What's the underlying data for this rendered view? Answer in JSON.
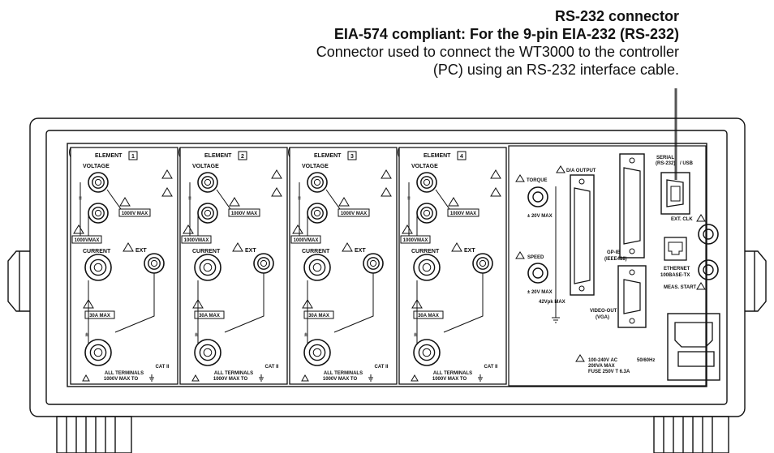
{
  "callout": {
    "title": "RS-232 connector",
    "subtitle": "EIA-574 compliant: For the 9-pin EIA-232 (RS-232)",
    "desc_line1": "Connector used to connect the WT3000 to the controller",
    "desc_line2": "(PC) using an RS-232 interface cable."
  },
  "elements": [
    {
      "label": "ELEMENT",
      "number": "1",
      "voltage": "VOLTAGE",
      "pm": "±",
      "max_v": "1000V MAX",
      "max_v_side": "1000VMAX",
      "current": "CURRENT",
      "ext": "EXT",
      "max_a": "30A MAX",
      "terminals": "ALL TERMINALS",
      "terminals_max": "1000V MAX TO",
      "cat": "CAT II"
    },
    {
      "label": "ELEMENT",
      "number": "2",
      "voltage": "VOLTAGE",
      "pm": "±",
      "max_v": "1000V MAX",
      "max_v_side": "1000VMAX",
      "current": "CURRENT",
      "ext": "EXT",
      "max_a": "30A MAX",
      "terminals": "ALL TERMINALS",
      "terminals_max": "1000V MAX TO",
      "cat": "CAT II"
    },
    {
      "label": "ELEMENT",
      "number": "3",
      "voltage": "VOLTAGE",
      "pm": "±",
      "max_v": "1000V MAX",
      "max_v_side": "1000VMAX",
      "current": "CURRENT",
      "ext": "EXT",
      "max_a": "30A MAX",
      "terminals": "ALL TERMINALS",
      "terminals_max": "1000V MAX TO",
      "cat": "CAT II"
    },
    {
      "label": "ELEMENT",
      "number": "4",
      "voltage": "VOLTAGE",
      "pm": "±",
      "max_v": "1000V MAX",
      "max_v_side": "1000VMAX",
      "current": "CURRENT",
      "ext": "EXT",
      "max_a": "30A MAX",
      "terminals": "ALL TERMINALS",
      "terminals_max": "1000V MAX TO",
      "cat": "CAT II"
    }
  ],
  "right_panel": {
    "torque": "TORQUE",
    "torque_max": "± 20V MAX",
    "speed": "SPEED",
    "speed_max": "± 20V MAX",
    "da_output": "D/A OUTPUT",
    "vpk_max": "42Vpk MAX",
    "gpib_1": "GP-IB",
    "gpib_2": "(IEEE488)",
    "video_1": "VIDEO-OUT",
    "video_2": "(VGA)",
    "serial_1": "SERIAL",
    "serial_2": "(RS-232)",
    "usb": "/ USB",
    "ext_clk": "EXT. CLK",
    "ethernet_1": "ETHERNET",
    "ethernet_2": "100BASE-TX",
    "meas_start": "MEAS. START",
    "power_1": "100-240V AC",
    "power_1b": "50/60Hz",
    "power_2": "200VA  MAX",
    "power_3": "FUSE  250V  T  6.3A"
  }
}
